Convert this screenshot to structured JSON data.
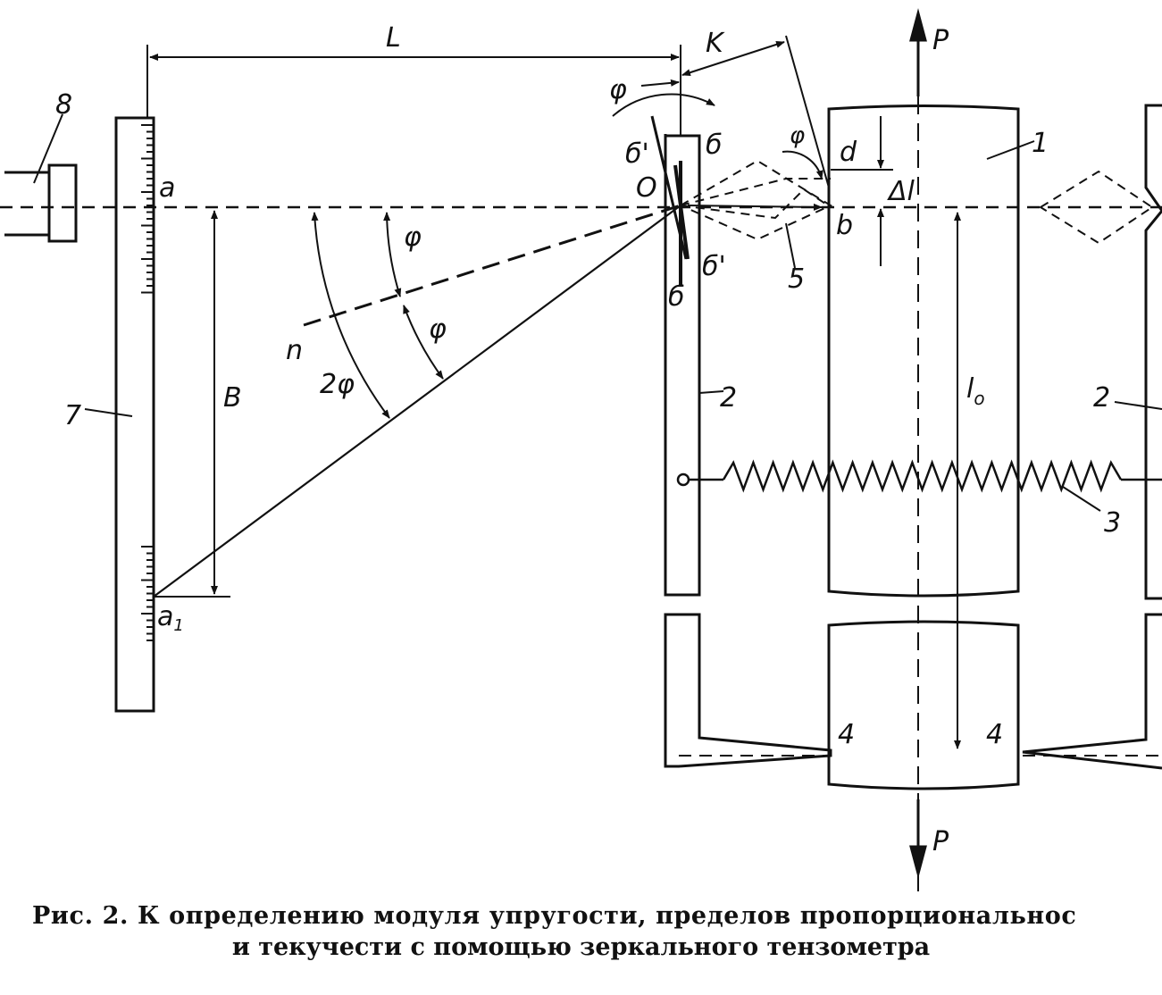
{
  "labels": {
    "L": "L",
    "K": "K",
    "P_top": "P",
    "P_bottom": "P",
    "phi_top": "φ",
    "phi_mirror": "φ",
    "phi_normal": "φ",
    "phi_lower": "φ",
    "two_phi": "2φ",
    "a": "a",
    "a1": "a",
    "a1_sub": "1",
    "B": "B",
    "n": "n",
    "O": "O",
    "b_right": "b",
    "d": "d",
    "delta_l": "Δl",
    "l0": "l",
    "l0_sub": "o",
    "mirror_6_top": "б",
    "mirror_6_prime_top": "б'",
    "mirror_6_bottom": "б",
    "mirror_6_prime_bottom": "б'",
    "n1": "1",
    "n2_left": "2",
    "n2_right": "2",
    "n3": "3",
    "n4_left": "4",
    "n4_right": "4",
    "n5": "5",
    "n7": "7",
    "n8": "8"
  },
  "caption": {
    "line1": "Рис. 2. К определению модуля упругости, пределов пропорциональнос",
    "line2": "и текучести с помощью зеркального тензометра"
  }
}
